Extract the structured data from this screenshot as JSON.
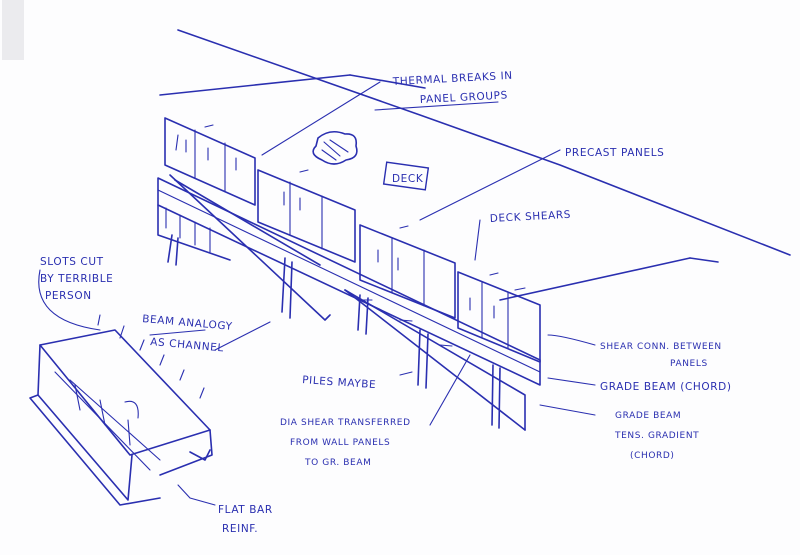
{
  "labels": {
    "thermal_breaks_1": "THERMAL BREAKS IN",
    "thermal_breaks_2": "PANEL GROUPS",
    "precast_panels": "PRECAST PANELS",
    "deck": "DECK",
    "deck_shears": "DECK SHEARS",
    "slots_1": "SLOTS CUT",
    "slots_2": "BY TERRIBLE",
    "slots_3": "PERSON",
    "beam_analogy_1": "BEAM ANALOGY",
    "beam_analogy_2": "AS CHANNEL",
    "piles_maybe": "PILES MAYBE",
    "shear_conn_1": "SHEAR CONN. BETWEEN",
    "shear_conn_2": "PANELS",
    "grade_beam_chord": "GRADE BEAM (CHORD)",
    "grade_beam_tens_1": "GRADE BEAM",
    "grade_beam_tens_2": "TENS. GRADIENT",
    "grade_beam_tens_3": "(CHORD)",
    "dia_shear_1": "DIA SHEAR TRANSFERRED",
    "dia_shear_2": "FROM WALL PANELS",
    "dia_shear_3": "TO GR. BEAM",
    "flat_bar_1": "FLAT BAR",
    "flat_bar_2": "REINF."
  },
  "colors": {
    "ink": "#2a2fb0",
    "paper": "#fdfdfe"
  }
}
